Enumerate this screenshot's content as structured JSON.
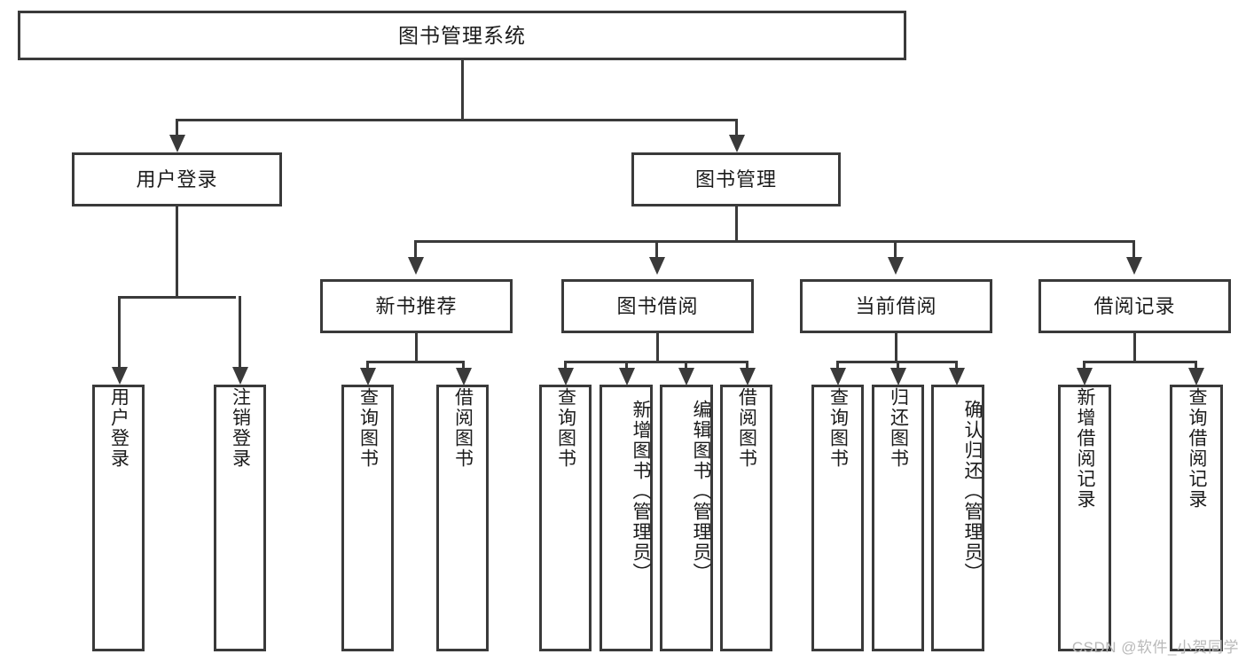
{
  "diagram": {
    "type": "tree-hierarchy-chart",
    "title": "图书管理系统",
    "levels": {
      "level1": [
        {
          "id": "root",
          "label": "图书管理系统"
        }
      ],
      "level2": [
        {
          "id": "user-login",
          "label": "用户登录"
        },
        {
          "id": "book-management",
          "label": "图书管理"
        }
      ],
      "level3": [
        {
          "id": "new-book-recommend",
          "label": "新书推荐"
        },
        {
          "id": "book-borrow",
          "label": "图书借阅"
        },
        {
          "id": "current-borrow",
          "label": "当前借阅"
        },
        {
          "id": "borrow-record",
          "label": "借阅记录"
        }
      ],
      "leaves": {
        "user-login": [
          {
            "id": "leaf-user-login",
            "label": "用户登录"
          },
          {
            "id": "leaf-logout",
            "label": "注销登录"
          }
        ],
        "new-book-recommend": [
          {
            "id": "leaf-query-book-1",
            "label": "查询图书"
          },
          {
            "id": "leaf-borrow-book-1",
            "label": "借阅图书"
          }
        ],
        "book-borrow": [
          {
            "id": "leaf-query-book-2",
            "label": "查询图书"
          },
          {
            "id": "leaf-add-book",
            "label": "新增图书（管理员）"
          },
          {
            "id": "leaf-edit-book",
            "label": "编辑图书（管理员）"
          },
          {
            "id": "leaf-borrow-book-2",
            "label": "借阅图书"
          }
        ],
        "current-borrow": [
          {
            "id": "leaf-query-book-3",
            "label": "查询图书"
          },
          {
            "id": "leaf-return-book",
            "label": "归还图书"
          },
          {
            "id": "leaf-confirm-return",
            "label": "确认归还（管理员）"
          }
        ],
        "borrow-record": [
          {
            "id": "leaf-add-record",
            "label": "新增借阅记录"
          },
          {
            "id": "leaf-query-record",
            "label": "查询借阅记录"
          }
        ]
      }
    },
    "colors": {
      "border": "#3a3a3a",
      "background": "#ffffff",
      "text": "#1b1b1b",
      "watermark": "#b9b9b9"
    }
  },
  "watermark": {
    "text": "CSDN @软件_小贺同学"
  }
}
